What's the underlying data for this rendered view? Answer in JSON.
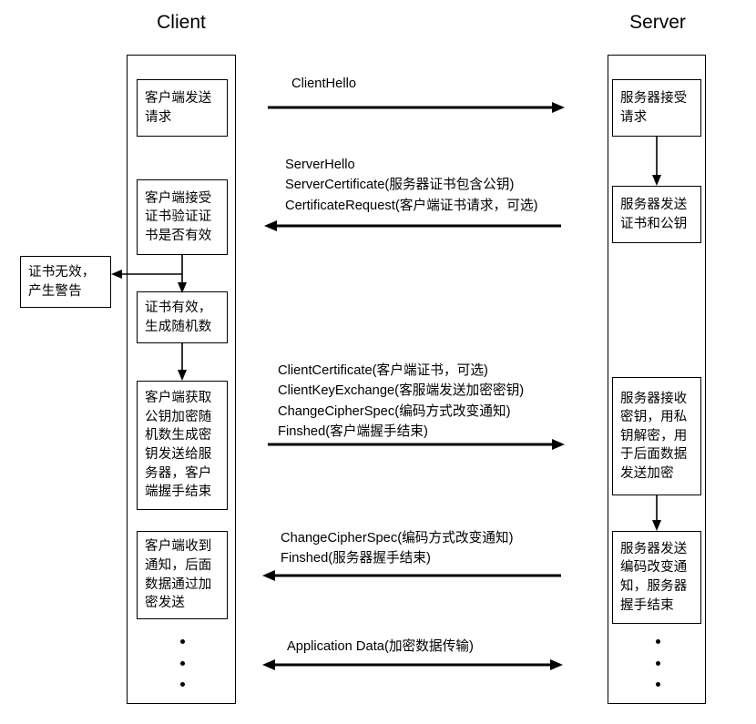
{
  "diagram": {
    "title_client": "Client",
    "title_server": "Server"
  },
  "client_nodes": [
    {
      "id": "client-send-request",
      "text": "客户端发送\n请求"
    },
    {
      "id": "client-verify-cert",
      "text": "客户端接受\n证书验证证\n书是否有效"
    },
    {
      "id": "cert-invalid-alert",
      "text": "证书无效，\n产生警告"
    },
    {
      "id": "cert-valid-random",
      "text": "证书有效，\n生成随机数"
    },
    {
      "id": "client-encrypt-key",
      "text": "客户端获取\n公钥加密随\n机数生成密\n钥发送给服\n务器，客户\n端握手结束"
    },
    {
      "id": "client-receive-notice",
      "text": "客户端收到\n通知，后面\n数据通过加\n密发送"
    }
  ],
  "server_nodes": [
    {
      "id": "server-accept-request",
      "text": "服务器接受\n请求"
    },
    {
      "id": "server-send-cert",
      "text": "服务器发送\n证书和公钥"
    },
    {
      "id": "server-decrypt-key",
      "text": "服务器接收\n密钥，用私\n钥解密，用\n于后面数据\n发送加密"
    },
    {
      "id": "server-send-changecipher",
      "text": "服务器发送\n编码改变通\n知，服务器\n握手结束"
    }
  ],
  "messages": [
    {
      "id": "msg-client-hello",
      "direction": "right",
      "label": "ClientHello"
    },
    {
      "id": "msg-server-hello",
      "direction": "left",
      "label": "ServerHello\nServerCertificate(服务器证书包含公钥)\nCertificateRequest(客户端证书请求，可选)"
    },
    {
      "id": "msg-client-key-exchange",
      "direction": "right",
      "label": "ClientCertificate(客户端证书，可选)\nClientKeyExchange(客服端发送加密密钥)\nChangeCipherSpec(编码方式改变通知)\nFinshed(客户端握手结束)"
    },
    {
      "id": "msg-server-changecipher",
      "direction": "left",
      "label": "ChangeCipherSpec(编码方式改变通知)\nFinshed(服务器握手结束)"
    },
    {
      "id": "msg-application-data",
      "direction": "both",
      "label": "Application Data(加密数据传输)"
    }
  ],
  "colors": {
    "stroke": "#000000",
    "background": "#ffffff"
  }
}
